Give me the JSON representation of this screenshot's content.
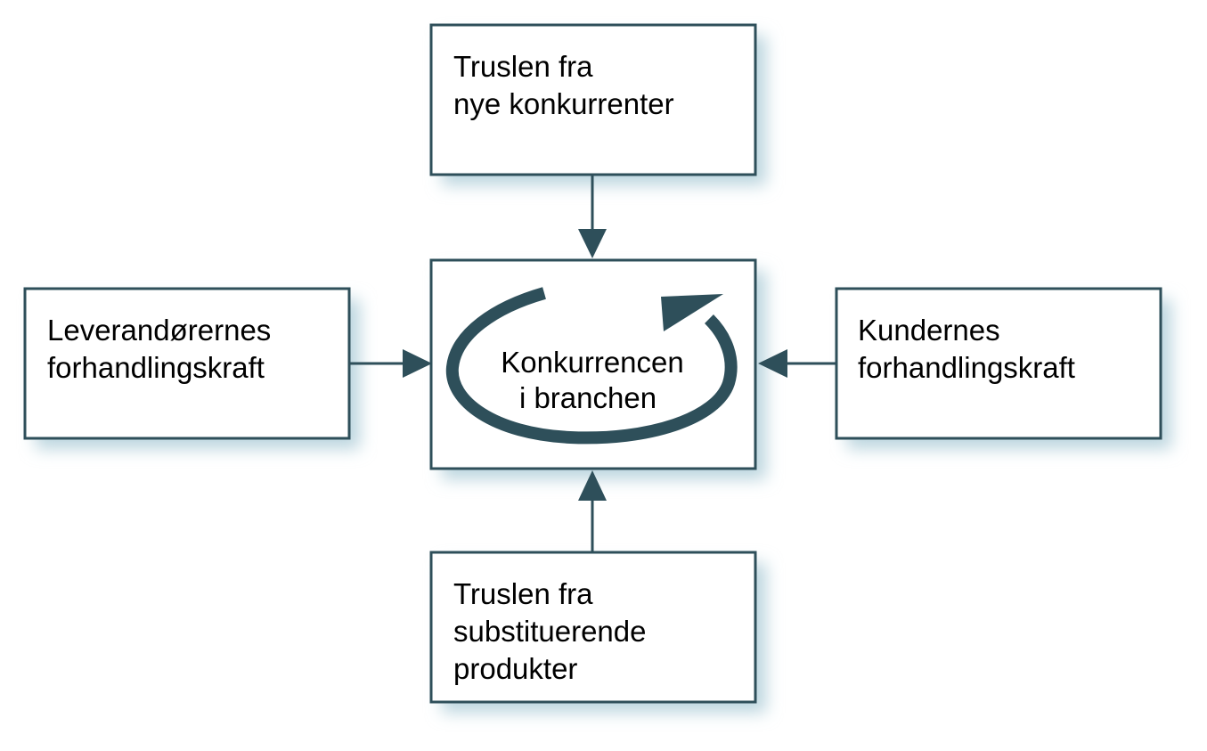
{
  "colors": {
    "box_fill": "#ffffff",
    "box_stroke": "#2e4f5a",
    "arrow": "#2e4f5a",
    "shadow": "#bcd6df",
    "text": "#000000"
  },
  "boxes": {
    "top": {
      "lines": [
        "Truslen fra",
        "nye konkurrenter"
      ]
    },
    "left": {
      "lines": [
        "Leverandørernes",
        "forhandlingskraft"
      ]
    },
    "center": {
      "lines": [
        "Konkurrencen",
        "i branchen"
      ],
      "icon": "circular-arrow-icon"
    },
    "right": {
      "lines": [
        "Kundernes",
        "forhandlingskraft"
      ]
    },
    "bottom": {
      "lines": [
        "Truslen fra",
        "substituerende",
        "produkter"
      ]
    }
  }
}
